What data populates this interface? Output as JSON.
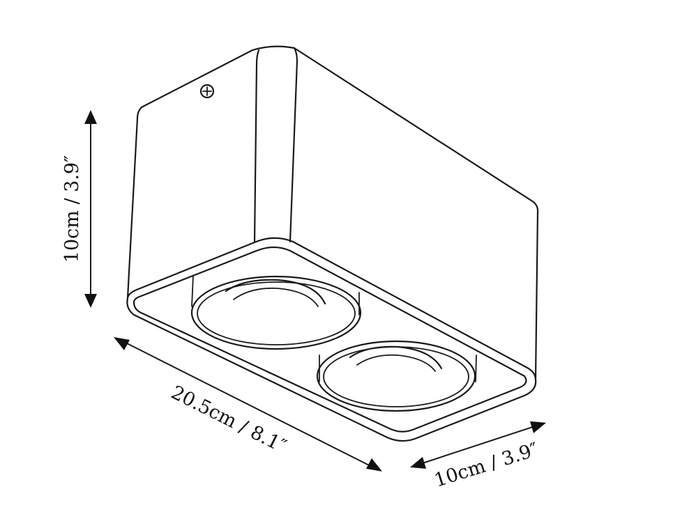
{
  "dimensions": {
    "height": "10cm / 3.9″",
    "length": "20.5cm / 8.1″",
    "width": "10cm / 3.9″"
  },
  "colors": {
    "line": "#1a1a1a",
    "background": "#ffffff"
  }
}
